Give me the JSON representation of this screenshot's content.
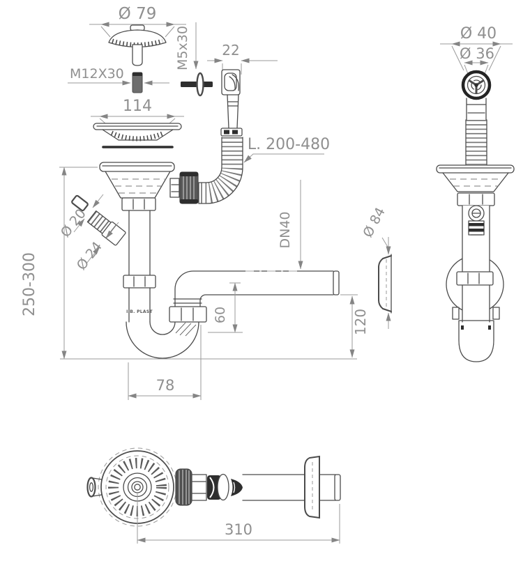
{
  "meta": {
    "type": "technical-drawing",
    "subject": "kitchen sink strainer waste with overflow and P-trap siphon"
  },
  "colors": {
    "background": "#ffffff",
    "line": "#4b4b4b",
    "dark": "#2e2e2e",
    "dimension": "#9a9a9a",
    "text": "#8f8f8f"
  },
  "views": {
    "strainer_exploded": {
      "name": "strainer-parts-exploded",
      "labels": {
        "basket_diameter": "Ø 79",
        "locking_screw": "M12X30",
        "flange_diameter": "114"
      }
    },
    "overflow": {
      "name": "overflow-assembly",
      "labels": {
        "screw": "M5x30",
        "elbow_width": "22",
        "hose_length": "L. 200-480"
      }
    },
    "front": {
      "name": "front-view-siphon",
      "labels": {
        "tailpipe_height": "250-300",
        "side_inlet_bore": "Ø 20",
        "side_inlet_od": "Ø 24",
        "outlet_pipe": "DN40",
        "pipe_axis_offset": "60",
        "outlet_drop": "120",
        "trap_width": "78",
        "wall_flange_diameter": "Ø 84",
        "brand": "I.B. PLAST"
      }
    },
    "side": {
      "name": "side-view-assembly",
      "labels": {
        "overflow_rosette_od": "Ø 40",
        "overflow_rosette_id": "Ø 36"
      }
    },
    "top": {
      "name": "top-view-assembly",
      "labels": {
        "overall_length": "310"
      }
    }
  }
}
